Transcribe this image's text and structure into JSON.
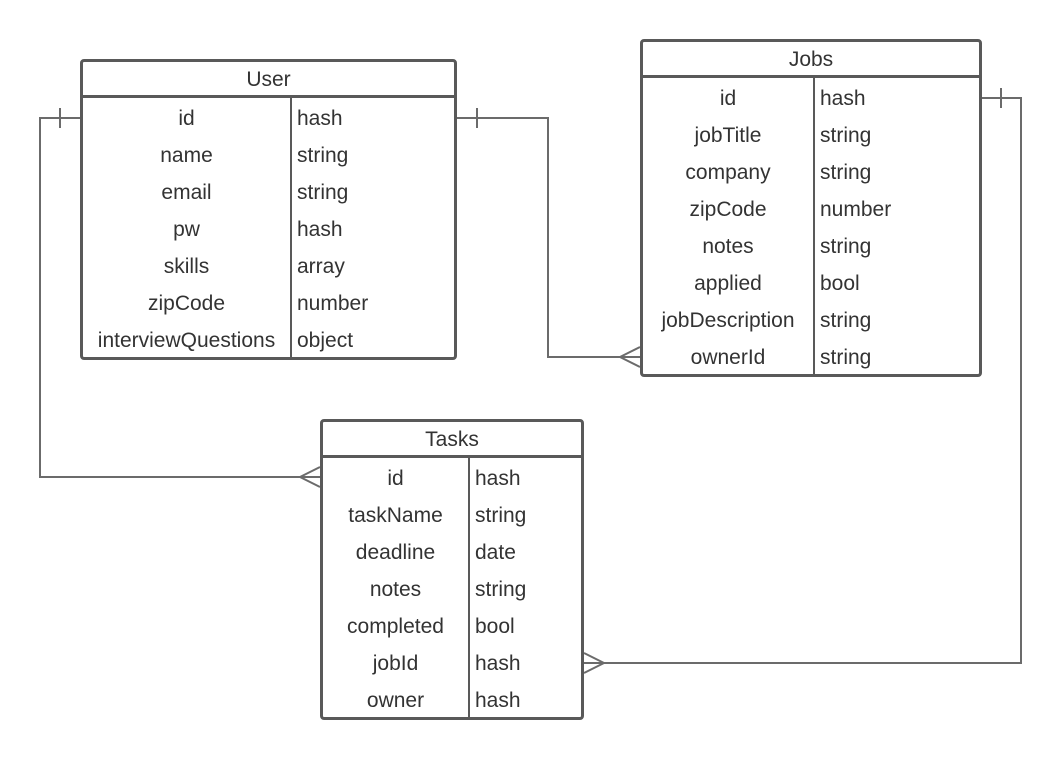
{
  "entities": {
    "user": {
      "title": "User",
      "fields": [
        {
          "name": "id",
          "type": "hash"
        },
        {
          "name": "name",
          "type": "string"
        },
        {
          "name": "email",
          "type": "string"
        },
        {
          "name": "pw",
          "type": "hash"
        },
        {
          "name": "skills",
          "type": "array"
        },
        {
          "name": "zipCode",
          "type": "number"
        },
        {
          "name": "interviewQuestions",
          "type": "object"
        }
      ]
    },
    "jobs": {
      "title": "Jobs",
      "fields": [
        {
          "name": "id",
          "type": "hash"
        },
        {
          "name": "jobTitle",
          "type": "string"
        },
        {
          "name": "company",
          "type": "string"
        },
        {
          "name": "zipCode",
          "type": "number"
        },
        {
          "name": "notes",
          "type": "string"
        },
        {
          "name": "applied",
          "type": "bool"
        },
        {
          "name": "jobDescription",
          "type": "string"
        },
        {
          "name": "ownerId",
          "type": "string"
        }
      ]
    },
    "tasks": {
      "title": "Tasks",
      "fields": [
        {
          "name": "id",
          "type": "hash"
        },
        {
          "name": "taskName",
          "type": "string"
        },
        {
          "name": "deadline",
          "type": "date"
        },
        {
          "name": "notes",
          "type": "string"
        },
        {
          "name": "completed",
          "type": "bool"
        },
        {
          "name": "jobId",
          "type": "hash"
        },
        {
          "name": "owner",
          "type": "hash"
        }
      ]
    }
  },
  "relationships": [
    {
      "from": "user",
      "from_cardinality": "one",
      "to": "jobs",
      "to_cardinality": "many"
    },
    {
      "from": "user",
      "from_cardinality": "one",
      "to": "tasks",
      "to_cardinality": "many"
    },
    {
      "from": "jobs",
      "from_cardinality": "one",
      "to": "tasks",
      "to_cardinality": "many"
    }
  ],
  "colors": {
    "border": "#595959",
    "connector": "#6b6b6b",
    "text": "#333333",
    "background": "#ffffff"
  }
}
